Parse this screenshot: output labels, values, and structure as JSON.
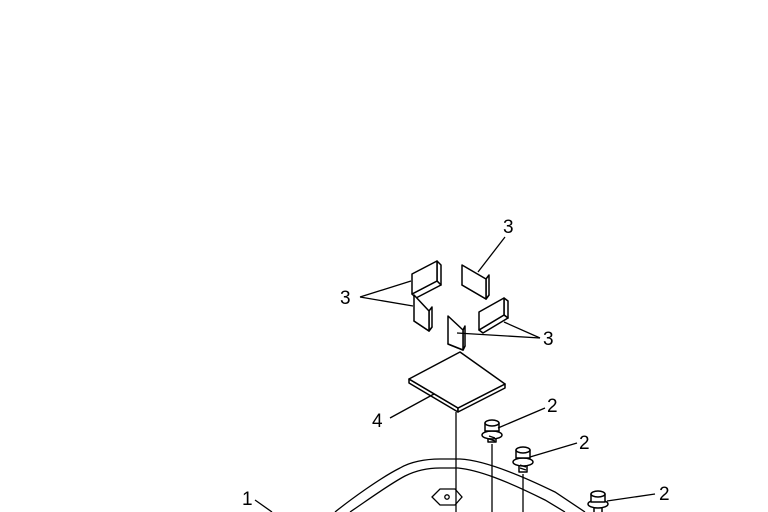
{
  "callouts": {
    "seat": "1",
    "bolt_a": "2",
    "bolt_b": "2",
    "bolt_c": "2",
    "damper_top": "3",
    "damper_left": "3",
    "damper_right": "3",
    "plate": "4"
  }
}
